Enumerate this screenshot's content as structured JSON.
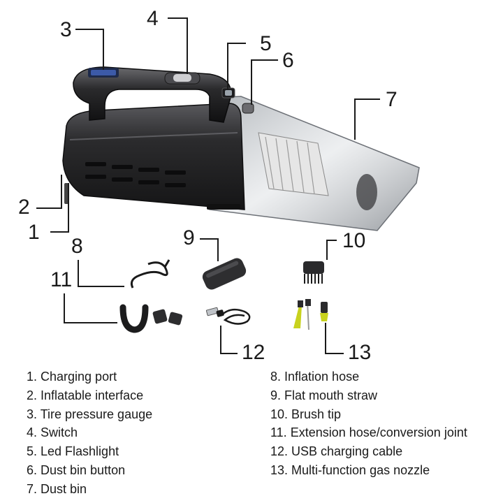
{
  "callouts": {
    "c1": "1",
    "c2": "2",
    "c3": "3",
    "c4": "4",
    "c5": "5",
    "c6": "6",
    "c7": "7",
    "c8": "8",
    "c9": "9",
    "c10": "10",
    "c11": "11",
    "c12": "12",
    "c13": "13"
  },
  "legend": {
    "left": [
      "1. Charging port",
      "2. Inflatable interface",
      "3. Tire pressure gauge",
      "4. Switch",
      "5. Led Flashlight",
      "6. Dust bin button",
      "7. Dust bin"
    ],
    "right": [
      "8. Inflation hose",
      "9. Flat mouth straw",
      "10. Brush tip",
      "11. Extension hose/conversion joint",
      "12. USB charging cable",
      "13. Multi-function gas nozzle"
    ]
  },
  "colors": {
    "body": "#2b2b2d",
    "body_highlight": "#5a5a5e",
    "bin": "#c9ccd0",
    "filter": "#e6e6e6",
    "nozzle_tip": "#c8d21e",
    "leader": "#1a1a1a"
  }
}
